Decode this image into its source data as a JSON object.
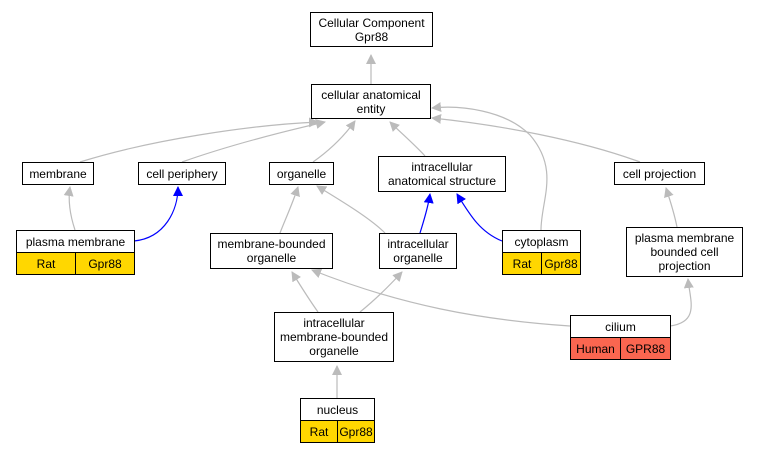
{
  "colors": {
    "edge_default": "#bbbbbb",
    "edge_highlight": "#0000ff",
    "annotation_rat": "#ffd700",
    "annotation_human": "#fa6650"
  },
  "nodes": {
    "root": "Cellular Component\nGpr88",
    "cellular_anatomical_entity": "cellular anatomical\nentity",
    "membrane": "membrane",
    "cell_periphery": "cell periphery",
    "organelle": "organelle",
    "intracellular_anatomical_structure": "intracellular\nanatomical structure",
    "cell_projection": "cell projection",
    "plasma_membrane": "plasma membrane",
    "membrane_bounded_organelle": "membrane-bounded\norganelle",
    "intracellular_organelle": "intracellular\norganelle",
    "cytoplasm": "cytoplasm",
    "plasma_membrane_bounded_cell_projection": "plasma membrane\nbounded cell\nprojection",
    "cilium": "cilium",
    "intracellular_membrane_bounded_organelle": "intracellular\nmembrane-bounded\norganelle",
    "nucleus": "nucleus"
  },
  "annotations": {
    "plasma_membrane": {
      "species": "Rat",
      "gene": "Gpr88"
    },
    "cytoplasm": {
      "species": "Rat",
      "gene": "Gpr88"
    },
    "cilium": {
      "species": "Human",
      "gene": "GPR88"
    },
    "nucleus": {
      "species": "Rat",
      "gene": "Gpr88"
    }
  }
}
